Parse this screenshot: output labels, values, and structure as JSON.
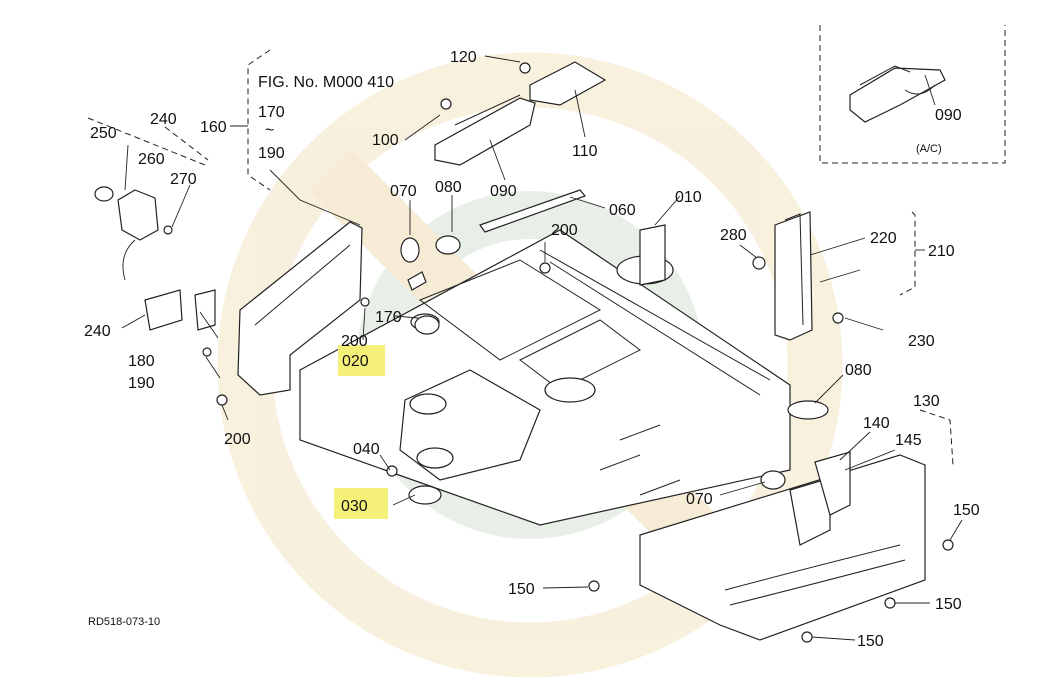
{
  "figure": {
    "fig_no": "FIG. No. M000  410",
    "range_from": "170",
    "range_sep": "~",
    "range_to": "190",
    "range_ref": "160",
    "drawing_code": "RD518-073-10",
    "inset_caption": "(A/C)"
  },
  "highlight_color": "#f5f178",
  "callouts": {
    "c120": "120",
    "c100": "100",
    "c110": "110",
    "c090a": "090",
    "c090b": "090",
    "c070a": "070",
    "c080a": "080",
    "c060": "060",
    "c010": "010",
    "c200a": "200",
    "c280": "280",
    "c220": "220",
    "c210": "210",
    "c230": "230",
    "c250": "250",
    "c240a": "240",
    "c260": "260",
    "c270": "270",
    "c240b": "240",
    "c180": "180",
    "c190": "190",
    "c200b": "200",
    "c170": "170",
    "c020": "020",
    "c200c": "200",
    "c040": "040",
    "c030": "030",
    "c080b": "080",
    "c130": "130",
    "c140": "140",
    "c145": "145",
    "c070b": "070",
    "c150a": "150",
    "c150b": "150",
    "c150c": "150",
    "c150d": "150"
  }
}
